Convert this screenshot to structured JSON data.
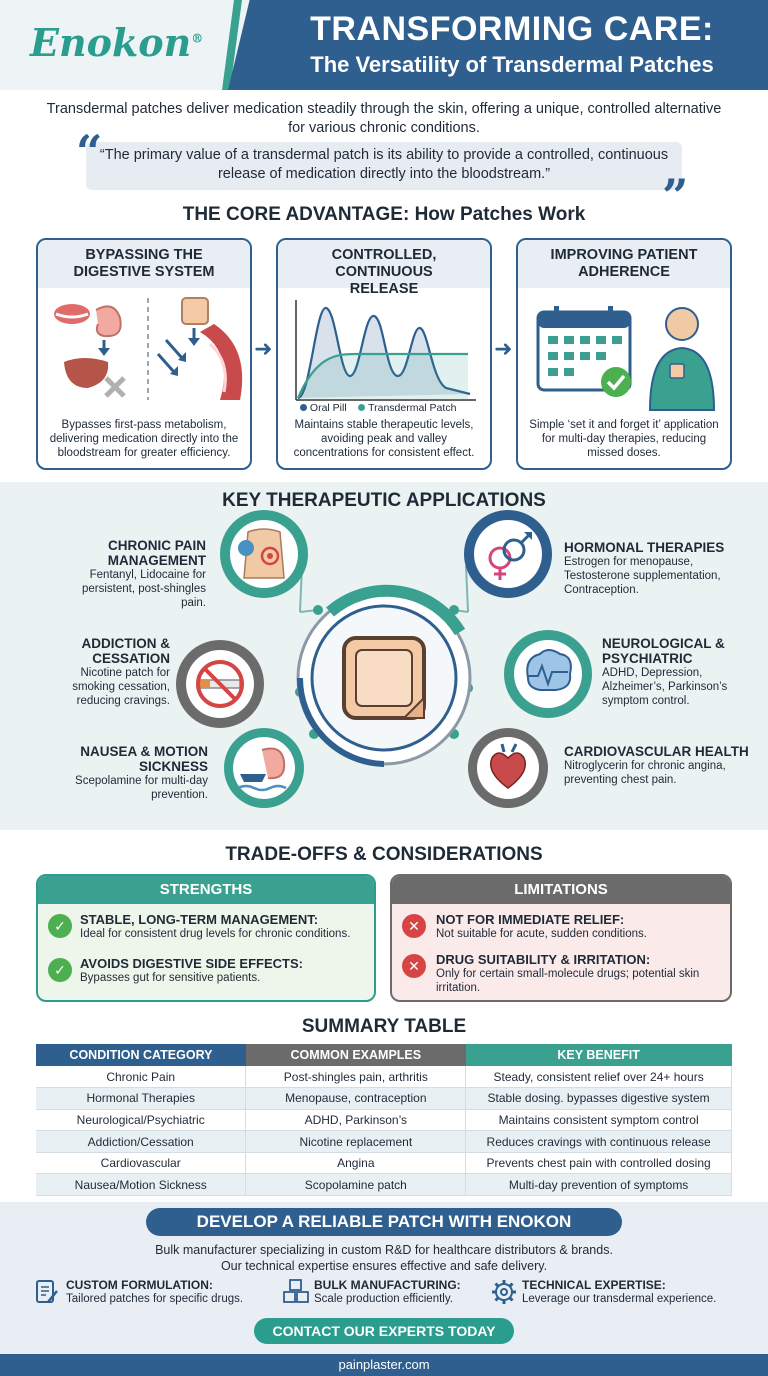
{
  "header": {
    "brand": "Enokon",
    "brand_mark": "®",
    "title": "TRANSFORMING CARE:",
    "subtitle": "The Versatility of Transdermal Patches"
  },
  "intro": "Transdermal patches deliver medication steadily through the skin, offering a unique, controlled alternative for various chronic conditions.",
  "quote": "“The primary value of a transdermal patch is its ability to provide a controlled, continuous release of medication directly into the bloodstream.”",
  "core": {
    "title": "THE CORE ADVANTAGE: How Patches Work",
    "cards": [
      {
        "title": "BYPASSING THE DIGESTIVE SYSTEM",
        "text": "Bypasses first-pass metabolism, delivering medication directly into the bloodstream for greater efficiency."
      },
      {
        "title": "CONTROLLED, CONTINUOUS RELEASE",
        "text": "Maintains stable therapeutic levels, avoiding peak and valley concentrations for consistent effect."
      },
      {
        "title": "IMPROVING PATIENT ADHERENCE",
        "text": "Simple ‘set it and forget it’ application for multi-day therapies, reducing missed doses."
      }
    ],
    "legend": {
      "oral": "Oral Pill",
      "patch": "Transdermal Patch"
    }
  },
  "applications": {
    "title": "KEY THERAPEUTIC APPLICATIONS",
    "items": [
      {
        "title": "CHRONIC PAIN MANAGEMENT",
        "text": "Fentanyl, Lidocaine for persistent, post-shingles pain."
      },
      {
        "title": "ADDICTION & CESSATION",
        "text": "Nicotine patch for smoking cessation, reducing cravings."
      },
      {
        "title": "NAUSEA & MOTION SICKNESS",
        "text": "Scepolamine for multi-day prevention."
      },
      {
        "title": "HORMONAL THERAPIES",
        "text": "Estrogen for menopause, Testosterone supplementation, Contraception."
      },
      {
        "title": "NEUROLOGICAL & PSYCHIATRIC",
        "text": "ADHD, Depression, Alzheimer’s, Parkinson’s symptom control."
      },
      {
        "title": "CARDIOVASCULAR HEALTH",
        "text": "Nitroglycerin for chronic angina, preventing chest pain."
      }
    ]
  },
  "tradeoffs": {
    "title": "TRADE-OFFS & CONSIDERATIONS",
    "strengths_label": "STRENGTHS",
    "limitations_label": "LIMITATIONS",
    "strengths": [
      {
        "title": "STABLE, LONG-TERM MANAGEMENT:",
        "text": "Ideal for consistent drug levels for chronic conditions."
      },
      {
        "title": "AVOIDS DIGESTIVE SIDE EFFECTS:",
        "text": "Bypasses gut for sensitive patients."
      }
    ],
    "limitations": [
      {
        "title": "NOT FOR IMMEDIATE RELIEF:",
        "text": "Not suitable for acute, sudden conditions."
      },
      {
        "title": "DRUG SUITABILITY & IRRITATION:",
        "text": "Only for certain small-molecule drugs; potential skin irritation."
      }
    ]
  },
  "summary": {
    "title": "SUMMARY TABLE",
    "headers": [
      "CONDITION CATEGORY",
      "COMMON EXAMPLES",
      "KEY BENEFIT"
    ],
    "header_colors": [
      "#2f5f8f",
      "#6b6b6b",
      "#2a9d8f"
    ],
    "rows": [
      [
        "Chronic Pain",
        "Post-shingles pain, arthritis",
        "Steady, consistent relief over 24+ hours"
      ],
      [
        "Hormonal Therapies",
        "Menopause, contraception",
        "Stable dosing. bypasses digestive system"
      ],
      [
        "Neurological/Psychiatric",
        "ADHD, Parkinson’s",
        "Maintains consistent symptom control"
      ],
      [
        "Addiction/Cessation",
        "Nicotine replacement",
        "Reduces cravings with continuous release"
      ],
      [
        "Cardiovascular",
        "Angina",
        "Prevents chest pain with controlled dosing"
      ],
      [
        "Nausea/Motion Sickness",
        "Scopolamine patch",
        "Multi-day prevention of symptoms"
      ]
    ]
  },
  "cta": {
    "title": "DEVELOP A RELIABLE PATCH WITH ENOKON",
    "text_line1": "Bulk manufacturer specializing in custom R&D for healthcare distributors & brands.",
    "text_line2": "Our technical expertise ensures effective and safe delivery.",
    "features": [
      {
        "title": "CUSTOM FORMULATION:",
        "text": "Tailored patches for specific drugs."
      },
      {
        "title": "BULK MANUFACTURING:",
        "text": "Scale production efficiently."
      },
      {
        "title": "TECHNICAL EXPERTISE:",
        "text": "Leverage our transdermal experience."
      }
    ],
    "button": "CONTACT OUR EXPERTS TODAY",
    "footer": "painplaster.com"
  },
  "colors": {
    "navy": "#2f5f8f",
    "teal": "#2a9d8f",
    "gray": "#6b6b6b",
    "green": "#4caf50",
    "red": "#d64545"
  }
}
